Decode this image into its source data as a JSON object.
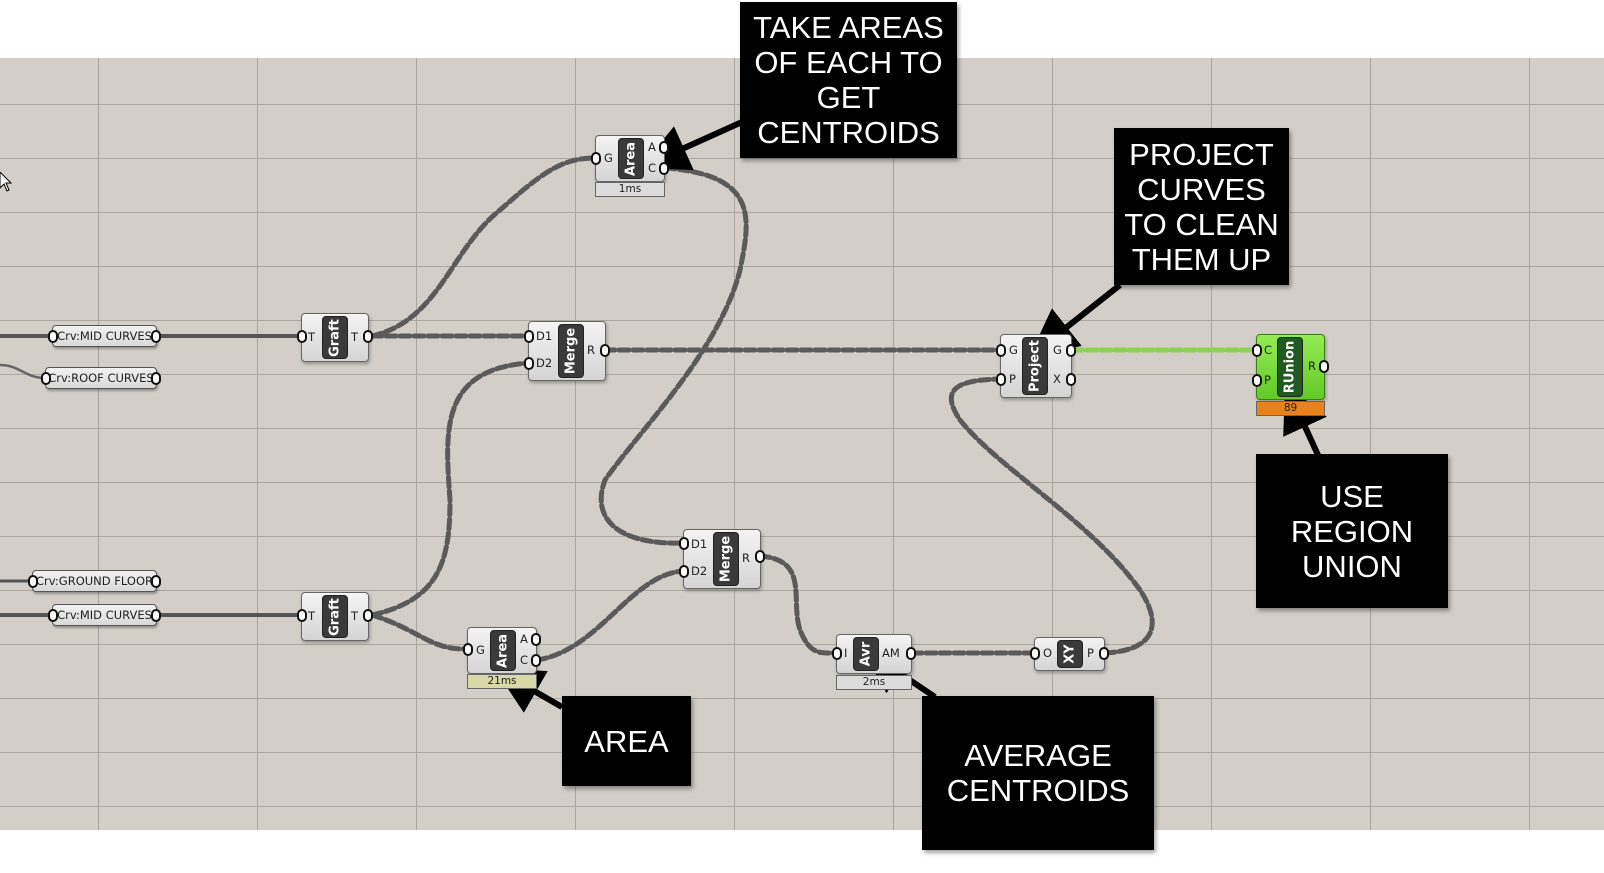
{
  "canvas": {
    "background": "#d3cec8",
    "grid_color": "#a9a49f"
  },
  "params": [
    {
      "id": "crv-mid-curves-1",
      "label": "Crv:MID CURVES"
    },
    {
      "id": "crv-roof-curves",
      "label": "Crv:ROOF CURVES"
    },
    {
      "id": "crv-ground-floor",
      "label": "Crv:GROUND FLOOR"
    },
    {
      "id": "crv-mid-curves-2",
      "label": "Crv:MID CURVES"
    }
  ],
  "components": {
    "graft_top": {
      "name": "Graft",
      "inputs": [
        "T"
      ],
      "outputs": [
        "T"
      ]
    },
    "graft_bottom": {
      "name": "Graft",
      "inputs": [
        "T"
      ],
      "outputs": [
        "T"
      ]
    },
    "area_top": {
      "name": "Area",
      "inputs": [
        "G"
      ],
      "outputs": [
        "A",
        "C"
      ],
      "timer": "1ms"
    },
    "area_bottom": {
      "name": "Area",
      "inputs": [
        "G"
      ],
      "outputs": [
        "A",
        "C"
      ],
      "timer": "21ms"
    },
    "merge_top": {
      "name": "Merge",
      "inputs": [
        "D1",
        "D2"
      ],
      "outputs": [
        "R"
      ]
    },
    "merge_bottom": {
      "name": "Merge",
      "inputs": [
        "D1",
        "D2"
      ],
      "outputs": [
        "R"
      ]
    },
    "project": {
      "name": "Project",
      "inputs": [
        "G",
        "P"
      ],
      "outputs": [
        "G",
        "X"
      ]
    },
    "runion": {
      "name": "RUnion",
      "inputs": [
        "C",
        "P"
      ],
      "outputs": [
        "R"
      ],
      "timer": "89"
    },
    "avr": {
      "name": "Avr",
      "inputs": [
        "I"
      ],
      "outputs": [
        "AM"
      ],
      "timer": "2ms"
    },
    "xy": {
      "name": "XY",
      "inputs": [
        "O"
      ],
      "outputs": [
        "P"
      ]
    }
  },
  "colors": {
    "runion_body": "#7cdc3e",
    "runion_timer": "#e8821e",
    "area_bottom_timer": "#d8d8a8",
    "active_wire": "#8fcf55"
  },
  "annotations": [
    {
      "id": "take-areas",
      "text": "TAKE AREAS\nOF EACH TO\nGET\nCENTROIDS"
    },
    {
      "id": "project-curves",
      "text": "PROJECT\nCURVES\nTO CLEAN\nTHEM UP"
    },
    {
      "id": "use-region-union",
      "text": "USE\nREGION\nUNION"
    },
    {
      "id": "area",
      "text": "AREA"
    },
    {
      "id": "average-centroids",
      "text": "AVERAGE\nCENTROIDS"
    }
  ]
}
